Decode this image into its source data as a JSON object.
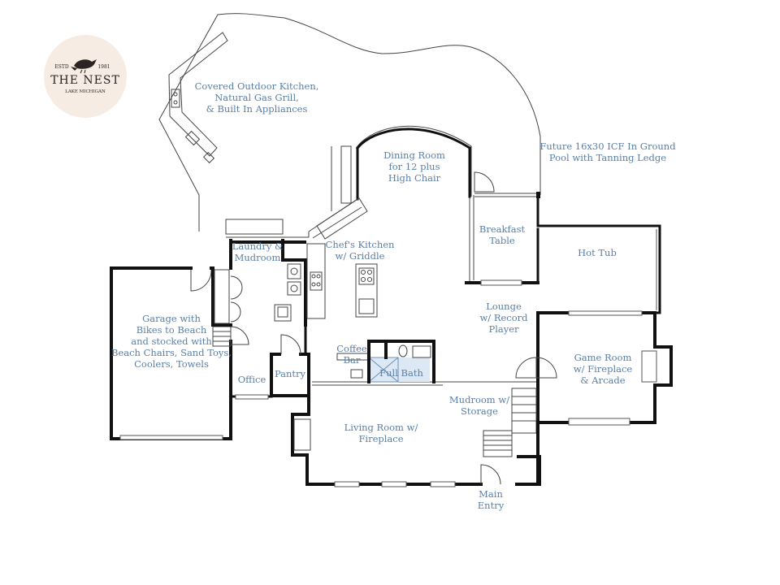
{
  "logo": {
    "estd": "ESTD",
    "year": "1981",
    "name": "THE NEST",
    "place": "LAKE MICHIGAN"
  },
  "rooms": {
    "outdoor_kitchen": [
      "Covered Outdoor Kitchen,",
      "Natural Gas Grill,",
      "& Built In Appliances"
    ],
    "dining": [
      "Dining Room",
      "for 12 plus",
      "High Chair"
    ],
    "pool": [
      "Future 16x30 ICF In Ground",
      "Pool with Tanning Ledge"
    ],
    "laundry": [
      "Laundry &",
      "Mudroom"
    ],
    "kitchen": [
      "Chef's Kitchen",
      "w/ Griddle"
    ],
    "breakfast": [
      "Breakfast",
      "Table"
    ],
    "hot_tub": [
      "Hot Tub"
    ],
    "garage": [
      "Garage with",
      "Bikes to Beach",
      "and stocked with",
      "Beach Chairs, Sand Toys,",
      "Coolers, Towels"
    ],
    "lounge": [
      "Lounge",
      "w/ Record",
      "Player"
    ],
    "game_room": [
      "Game Room",
      "w/ Fireplace",
      "& Arcade"
    ],
    "office": [
      "Office"
    ],
    "pantry": [
      "Pantry"
    ],
    "coffee_bar": [
      "Coffee",
      "Bar"
    ],
    "full_bath": [
      "Full Bath"
    ],
    "mudroom_storage": [
      "Mudroom w/",
      "Storage"
    ],
    "living_room": [
      "Living Room w/",
      "Fireplace"
    ],
    "main_entry": [
      "Main",
      "Entry"
    ]
  }
}
